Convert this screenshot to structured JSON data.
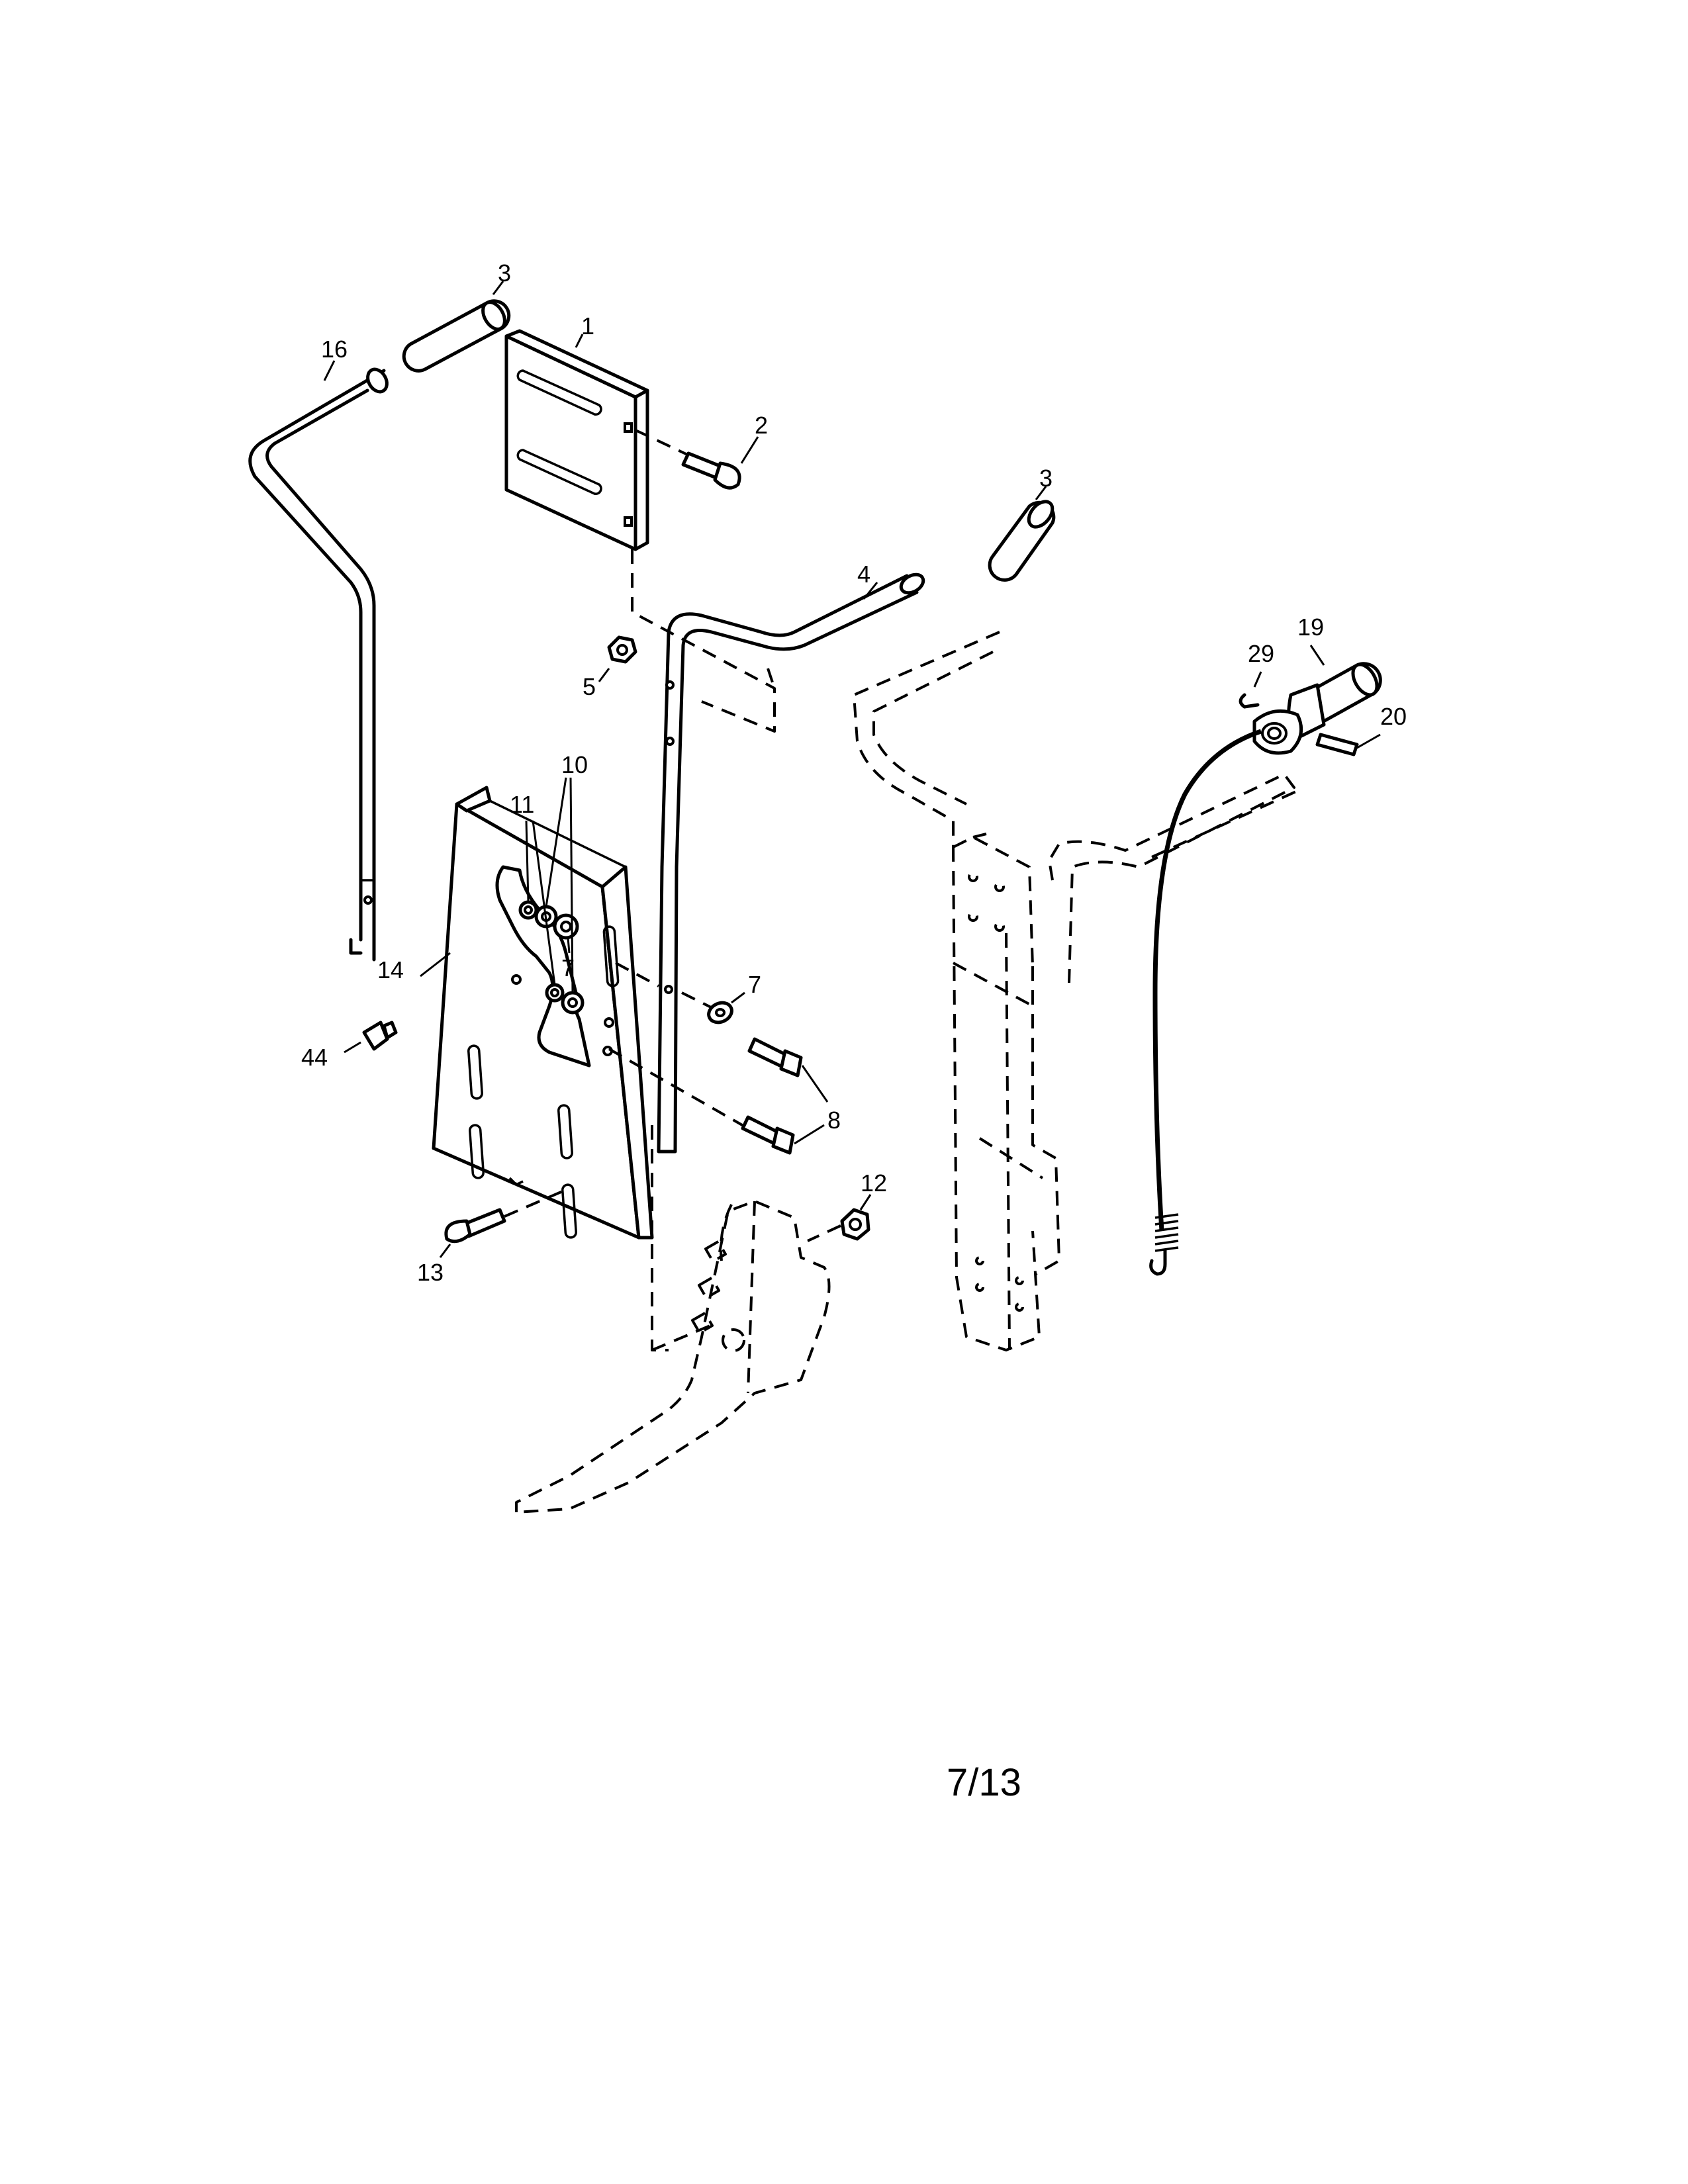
{
  "callouts": {
    "c1": "1",
    "c2": "2",
    "c3a": "3",
    "c3b": "3",
    "c4": "4",
    "c5": "5",
    "c7a": "7",
    "c7b": "7",
    "c8": "8",
    "c10": "10",
    "c11": "11",
    "c12": "12",
    "c13": "13",
    "c14": "14",
    "c16": "16",
    "c19": "19",
    "c20": "20",
    "c29": "29",
    "c44": "44"
  },
  "page_number": "7/13"
}
